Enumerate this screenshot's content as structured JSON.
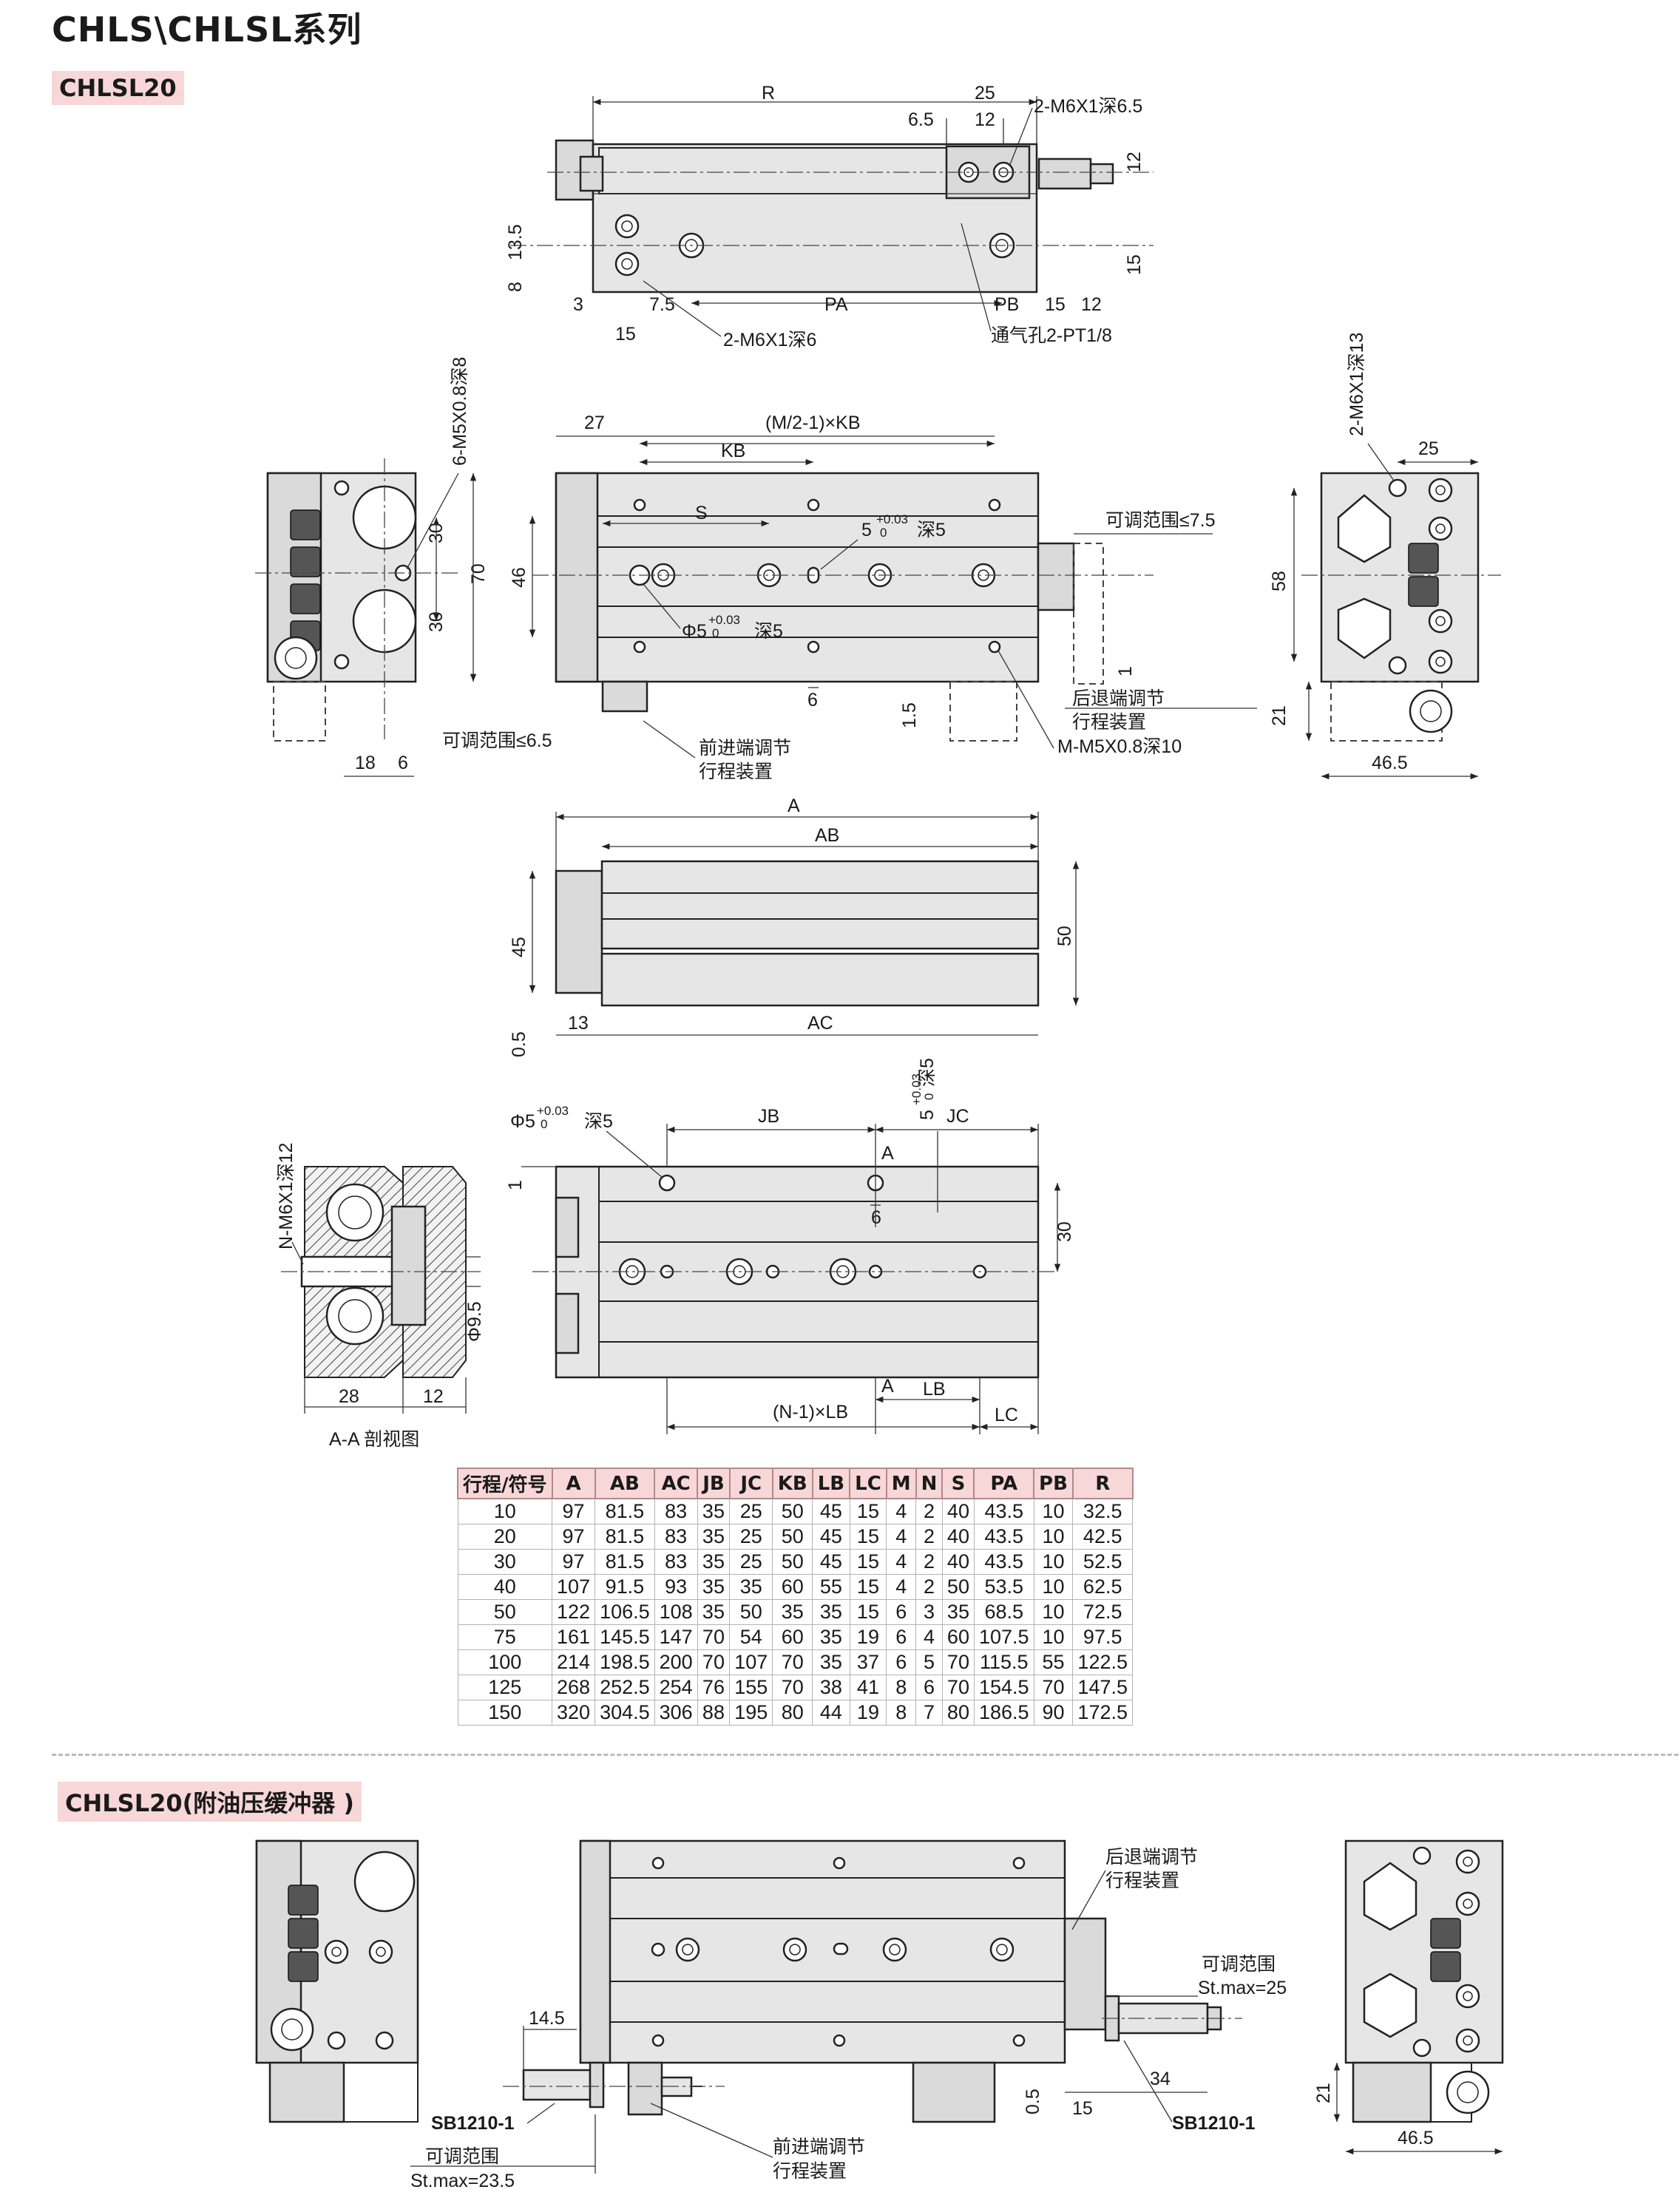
{
  "title": "CHLS\\CHLSL系列",
  "sections": {
    "s1": "CHLSL20",
    "s2": "CHLSL20(附油压缓冲器 )"
  },
  "view_top": {
    "R": "R",
    "d25": "25",
    "d6_5": "6.5",
    "d12a": "12",
    "m6_65": "2-M6X1深6.5",
    "d12b": "12",
    "d13_5": "13.5",
    "d8": "8",
    "d15r": "15",
    "d3": "3",
    "d7_5": "7.5",
    "PA": "PA",
    "PB": "PB",
    "d15b": "15",
    "d12c": "12",
    "d15c": "15",
    "m6_6": "2-M6X1深6",
    "vent": "通气孔2-PT1/8"
  },
  "view_left": {
    "m5": "6-M5X0.8深8",
    "d30a": "30",
    "d30b": "30",
    "d70": "70",
    "adj": "可调范围≤6.5",
    "d18": "18",
    "d6": "6"
  },
  "view_main": {
    "d27": "27",
    "mkb": "(M/2-1)×KB",
    "KB": "KB",
    "S": "S",
    "pin1": "5",
    "pin1tol": "+0.03",
    "pin1tol2": "0",
    "pin1d": "深5",
    "phi": "Φ5",
    "phitol": "+0.03",
    "phitol2": "0",
    "phid": "深5",
    "d46": "46",
    "d6": "6",
    "d1_5": "1.5",
    "adj": "可调范围≤7.5",
    "d1": "1",
    "rear1": "后退端调节",
    "rear2": "行程装置",
    "front1": "前进端调节",
    "front2": "行程装置",
    "mm5": "M-M5X0.8深10"
  },
  "view_right": {
    "m6": "2-M6X1深13",
    "d25": "25",
    "d58": "58",
    "d21": "21",
    "d46_5": "46.5"
  },
  "view_side": {
    "A": "A",
    "AB": "AB",
    "d45": "45",
    "d50": "50",
    "d0_5": "0.5",
    "d13": "13",
    "AC": "AC"
  },
  "view_bottom": {
    "phi": "Φ5",
    "phitol": "+0.03",
    "phitol2": "0",
    "phid": "深5",
    "JB": "JB",
    "JC": "JC",
    "pin": "5",
    "pintol": "+0.03",
    "pintol2": "0",
    "pind": "深5",
    "d1": "1",
    "A": "A",
    "d6": "6",
    "d30": "30",
    "A2": "A",
    "LB": "LB",
    "nlb": "(N-1)×LB",
    "LC": "LC"
  },
  "view_section": {
    "nm6": "N-M6X1深12",
    "phi95": "Φ9.5",
    "d28": "28",
    "d12": "12",
    "caption": "A-A 剖视图"
  },
  "table": {
    "headers": [
      "行程/符号",
      "A",
      "AB",
      "AC",
      "JB",
      "JC",
      "KB",
      "LB",
      "LC",
      "M",
      "N",
      "S",
      "PA",
      "PB",
      "R"
    ],
    "rows": [
      [
        "10",
        "97",
        "81.5",
        "83",
        "35",
        "25",
        "50",
        "45",
        "15",
        "4",
        "2",
        "40",
        "43.5",
        "10",
        "32.5"
      ],
      [
        "20",
        "97",
        "81.5",
        "83",
        "35",
        "25",
        "50",
        "45",
        "15",
        "4",
        "2",
        "40",
        "43.5",
        "10",
        "42.5"
      ],
      [
        "30",
        "97",
        "81.5",
        "83",
        "35",
        "25",
        "50",
        "45",
        "15",
        "4",
        "2",
        "40",
        "43.5",
        "10",
        "52.5"
      ],
      [
        "40",
        "107",
        "91.5",
        "93",
        "35",
        "35",
        "60",
        "55",
        "15",
        "4",
        "2",
        "50",
        "53.5",
        "10",
        "62.5"
      ],
      [
        "50",
        "122",
        "106.5",
        "108",
        "35",
        "50",
        "35",
        "35",
        "15",
        "6",
        "3",
        "35",
        "68.5",
        "10",
        "72.5"
      ],
      [
        "75",
        "161",
        "145.5",
        "147",
        "70",
        "54",
        "60",
        "35",
        "19",
        "6",
        "4",
        "60",
        "107.5",
        "10",
        "97.5"
      ],
      [
        "100",
        "214",
        "198.5",
        "200",
        "70",
        "107",
        "70",
        "35",
        "37",
        "6",
        "5",
        "70",
        "115.5",
        "55",
        "122.5"
      ],
      [
        "125",
        "268",
        "252.5",
        "254",
        "76",
        "155",
        "70",
        "38",
        "41",
        "8",
        "6",
        "70",
        "154.5",
        "70",
        "147.5"
      ],
      [
        "150",
        "320",
        "304.5",
        "306",
        "88",
        "195",
        "80",
        "44",
        "19",
        "8",
        "7",
        "80",
        "186.5",
        "90",
        "172.5"
      ]
    ]
  },
  "shock_section": {
    "rear1": "后退端调节",
    "rear2": "行程装置",
    "adj1": "可调范围",
    "adj2": "St.max=25",
    "d14_5": "14.5",
    "d0_5": "0.5",
    "d15": "15",
    "d34": "34",
    "sb_right": "SB1210-1",
    "sb_left": "SB1210-1",
    "adjl1": "可调范围",
    "adjl2": "St.max=23.5",
    "front1": "前进端调节",
    "front2": "行程装置",
    "d21": "21",
    "d46_5": "46.5"
  }
}
